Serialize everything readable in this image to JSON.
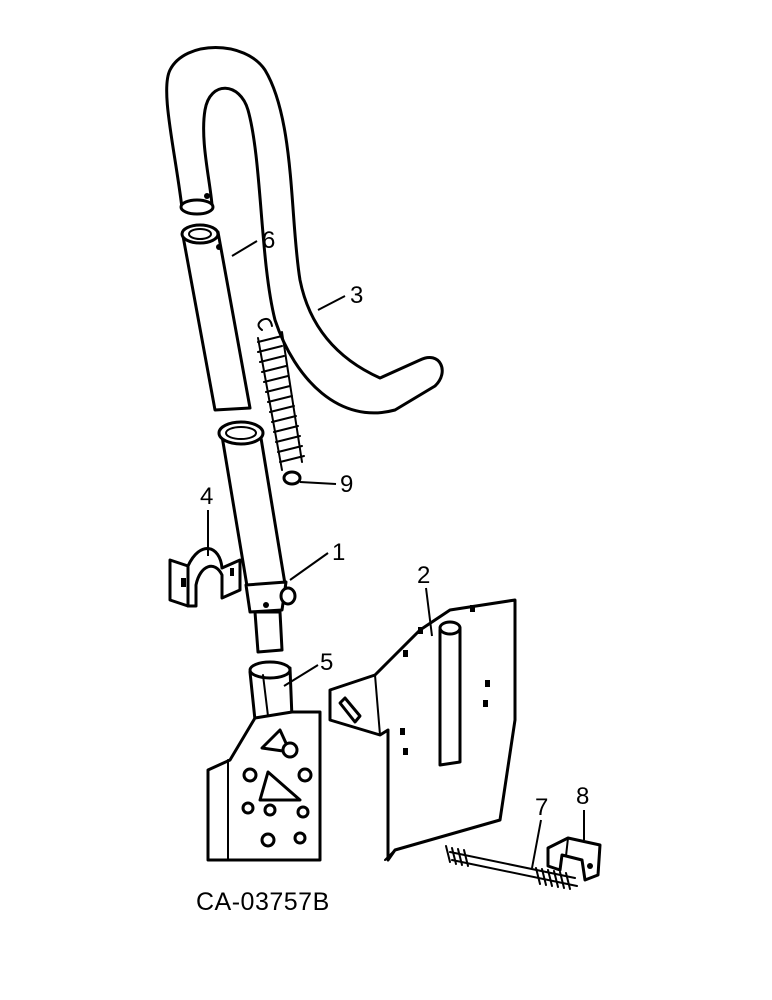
{
  "figure": {
    "id_label": "CA-03757B"
  },
  "callouts": [
    {
      "key": "c1",
      "label": "1"
    },
    {
      "key": "c2",
      "label": "2"
    },
    {
      "key": "c3",
      "label": "3"
    },
    {
      "key": "c4",
      "label": "4"
    },
    {
      "key": "c5",
      "label": "5"
    },
    {
      "key": "c6",
      "label": "6"
    },
    {
      "key": "c7",
      "label": "7"
    },
    {
      "key": "c8",
      "label": "8"
    },
    {
      "key": "c9",
      "label": "9"
    }
  ]
}
